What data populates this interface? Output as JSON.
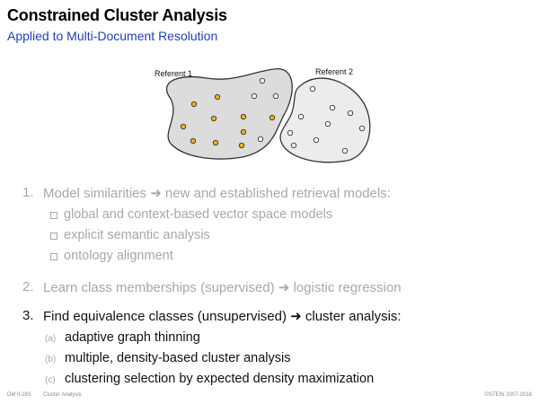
{
  "title": "Constrained Cluster Analysis",
  "subtitle": "Applied to Multi-Document Resolution",
  "diagram": {
    "referent1_label": "Referent 1",
    "referent2_label": "Referent 2",
    "colors": {
      "filled_dot": "#f2b019",
      "blob1_fill": "#dcdcdc",
      "blob2_fill": "#ececec"
    }
  },
  "items": [
    {
      "number": "1.",
      "text": "Model similarities ➜ new and established retrieval models:",
      "subitems": [
        {
          "text": "global and context-based vector space models"
        },
        {
          "text": "explicit semantic analysis"
        },
        {
          "text": "ontology alignment"
        }
      ]
    },
    {
      "number": "2.",
      "text": "Learn class memberships (supervised) ➜ logistic regression"
    },
    {
      "number": "3.",
      "text": "Find equivalence classes (unsupervised) ➜ cluster analysis:",
      "subitems": [
        {
          "marker": "(a)",
          "text": "adaptive graph thinning"
        },
        {
          "marker": "(b)",
          "text": "multiple, density-based cluster analysis"
        },
        {
          "marker": "(c)",
          "text": "clustering selection by expected density maximization"
        }
      ]
    }
  ],
  "footer": {
    "left": "DM II-283",
    "center": "Cluster Analysis",
    "right": "©STEIN 2007-2018"
  }
}
